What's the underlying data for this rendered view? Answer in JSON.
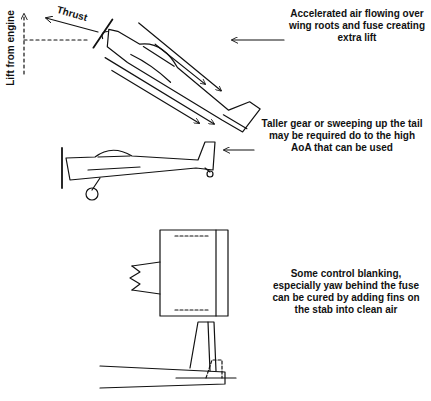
{
  "diagram": {
    "labels": [
      "Lift from engine",
      "Thrust",
      "Accelerated air flowing over wing roots and fuse creating extra lift",
      "Taller gear or sweeping up the tail may be required do to the high AoA that can be used",
      "Some control blanking, especially yaw behind the fuse can be cured by adding fins on the stab into clean air"
    ]
  }
}
